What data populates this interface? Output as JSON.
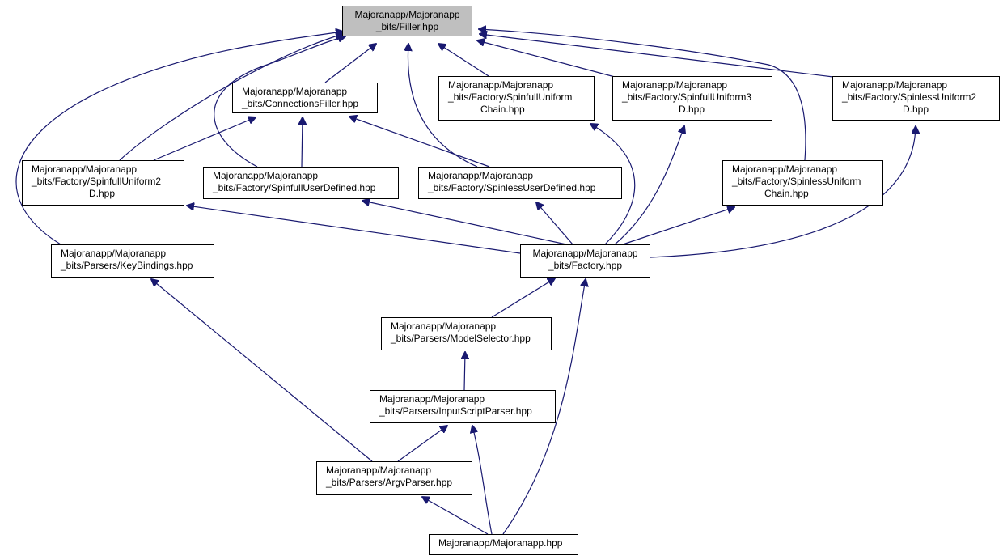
{
  "colors": {
    "edge": "#191970",
    "node_border": "#000000",
    "node_fill": "#ffffff",
    "root_fill": "#bfbfbf"
  },
  "nodes": {
    "filler": {
      "lines": [
        "Majoranapp/Majoranapp",
        "_bits/Filler.hpp"
      ]
    },
    "connections_filler": {
      "lines": [
        "Majoranapp/Majoranapp",
        "_bits/ConnectionsFiller.hpp"
      ]
    },
    "spinfull_uniform_chain": {
      "lines": [
        "Majoranapp/Majoranapp",
        "_bits/Factory/SpinfullUniform",
        "Chain.hpp"
      ]
    },
    "spinfull_uniform_3d": {
      "lines": [
        "Majoranapp/Majoranapp",
        "_bits/Factory/SpinfullUniform3",
        "D.hpp"
      ]
    },
    "spinless_uniform_2d": {
      "lines": [
        "Majoranapp/Majoranapp",
        "_bits/Factory/SpinlessUniform2",
        "D.hpp"
      ]
    },
    "spinfull_uniform_2d": {
      "lines": [
        "Majoranapp/Majoranapp",
        "_bits/Factory/SpinfullUniform2",
        "D.hpp"
      ]
    },
    "spinfull_user_defined": {
      "lines": [
        "Majoranapp/Majoranapp",
        "_bits/Factory/SpinfullUserDefined.hpp"
      ]
    },
    "spinless_user_defined": {
      "lines": [
        "Majoranapp/Majoranapp",
        "_bits/Factory/SpinlessUserDefined.hpp"
      ]
    },
    "spinless_uniform_chain": {
      "lines": [
        "Majoranapp/Majoranapp",
        "_bits/Factory/SpinlessUniform",
        "Chain.hpp"
      ]
    },
    "key_bindings": {
      "lines": [
        "Majoranapp/Majoranapp",
        "_bits/Parsers/KeyBindings.hpp"
      ]
    },
    "factory": {
      "lines": [
        "Majoranapp/Majoranapp",
        "_bits/Factory.hpp"
      ]
    },
    "model_selector": {
      "lines": [
        "Majoranapp/Majoranapp",
        "_bits/Parsers/ModelSelector.hpp"
      ]
    },
    "input_script_parser": {
      "lines": [
        "Majoranapp/Majoranapp",
        "_bits/Parsers/InputScriptParser.hpp"
      ]
    },
    "argv_parser": {
      "lines": [
        "Majoranapp/Majoranapp",
        "_bits/Parsers/ArgvParser.hpp"
      ]
    },
    "majoranapp": {
      "lines": [
        "Majoranapp/Majoranapp.hpp"
      ]
    }
  },
  "edges": [
    {
      "from": "connections_filler",
      "to": "filler"
    },
    {
      "from": "spinfull_uniform_chain",
      "to": "filler"
    },
    {
      "from": "spinfull_uniform_3d",
      "to": "filler"
    },
    {
      "from": "spinless_uniform_2d",
      "to": "filler"
    },
    {
      "from": "spinfull_uniform_2d",
      "to": "filler"
    },
    {
      "from": "spinfull_user_defined",
      "to": "filler"
    },
    {
      "from": "spinless_user_defined",
      "to": "filler"
    },
    {
      "from": "spinless_uniform_chain",
      "to": "filler"
    },
    {
      "from": "key_bindings",
      "to": "filler"
    },
    {
      "from": "spinfull_uniform_2d",
      "to": "connections_filler"
    },
    {
      "from": "spinfull_user_defined",
      "to": "connections_filler"
    },
    {
      "from": "spinless_user_defined",
      "to": "connections_filler"
    },
    {
      "from": "factory",
      "to": "spinfull_uniform_chain"
    },
    {
      "from": "factory",
      "to": "spinfull_uniform_3d"
    },
    {
      "from": "factory",
      "to": "spinless_uniform_2d"
    },
    {
      "from": "factory",
      "to": "spinfull_uniform_2d"
    },
    {
      "from": "factory",
      "to": "spinfull_user_defined"
    },
    {
      "from": "factory",
      "to": "spinless_user_defined"
    },
    {
      "from": "factory",
      "to": "spinless_uniform_chain"
    },
    {
      "from": "model_selector",
      "to": "factory"
    },
    {
      "from": "majoranapp",
      "to": "factory"
    },
    {
      "from": "input_script_parser",
      "to": "model_selector"
    },
    {
      "from": "argv_parser",
      "to": "input_script_parser"
    },
    {
      "from": "majoranapp",
      "to": "input_script_parser"
    },
    {
      "from": "argv_parser",
      "to": "key_bindings"
    },
    {
      "from": "majoranapp",
      "to": "argv_parser"
    }
  ]
}
